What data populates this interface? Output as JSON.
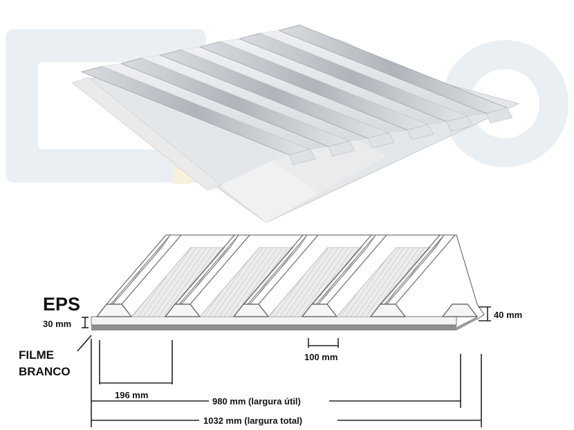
{
  "labels": {
    "eps": "EPS",
    "thickness": "30 mm",
    "film_line1": "FILME",
    "film_line2": "BRANCO",
    "rib_height": "40 mm",
    "rib_spacing": "100 mm",
    "pitch": "196 mm",
    "useful_width": "980 mm (largura útil)",
    "total_width": "1032 mm (largura total)"
  },
  "colors": {
    "watermark": "#e9eff2",
    "metal_light": "#e6e9ec",
    "metal_mid": "#c3c8cd",
    "metal_dark": "#a4abb2",
    "eps_fill": "#f4f4f4",
    "film": "#9a9a9a",
    "dimension_lines": "#222222"
  }
}
